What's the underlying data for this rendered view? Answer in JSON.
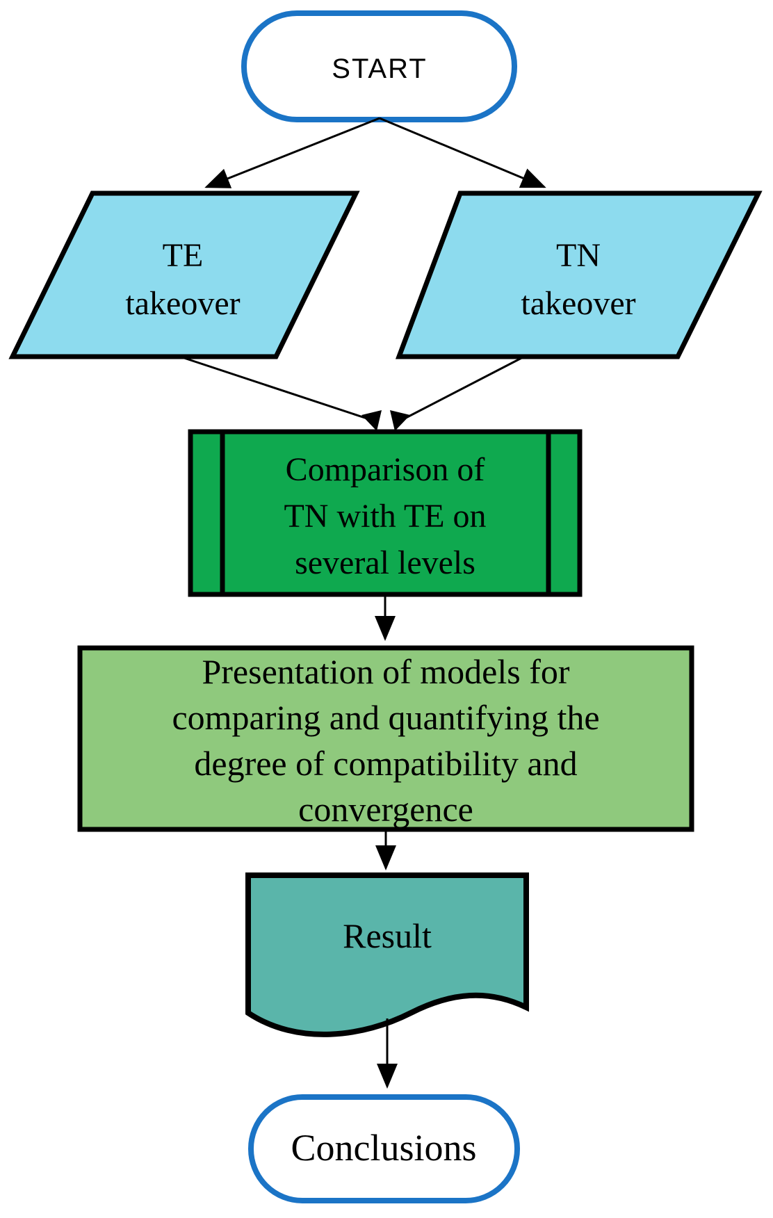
{
  "figure": {
    "type": "flowchart",
    "description": "Research methodology flowchart from START to Conclusions"
  },
  "colors": {
    "terminator_border": "#1B74C6",
    "terminator_fill": "#FFFFFF",
    "io_fill": "#8DDBEE",
    "predefined_fill": "#0FA94F",
    "process_fill": "#8FC97D",
    "document_fill": "#5AB5AA",
    "stroke": "#000000",
    "text": "#000000",
    "background": "#FFFFFF"
  },
  "nodes": {
    "start": {
      "shape": "terminator",
      "label": "START"
    },
    "te_takeover": {
      "shape": "data-parallelogram",
      "lines": [
        "TE",
        "takeover"
      ]
    },
    "tn_takeover": {
      "shape": "data-parallelogram",
      "lines": [
        "TN",
        "takeover"
      ]
    },
    "comparison": {
      "shape": "predefined-process",
      "lines": [
        "Comparison of",
        "TN with TE on",
        "several levels"
      ]
    },
    "presentation": {
      "shape": "process",
      "lines": [
        "Presentation of models for",
        "comparing and quantifying the",
        "degree of compatibility and",
        "convergence"
      ]
    },
    "result": {
      "shape": "document",
      "label": "Result"
    },
    "conclusions": {
      "shape": "terminator",
      "label": "Conclusions"
    }
  },
  "edges": [
    {
      "from": "start",
      "to": "te_takeover"
    },
    {
      "from": "start",
      "to": "tn_takeover"
    },
    {
      "from": "te_takeover",
      "to": "comparison"
    },
    {
      "from": "tn_takeover",
      "to": "comparison"
    },
    {
      "from": "comparison",
      "to": "presentation"
    },
    {
      "from": "presentation",
      "to": "result"
    },
    {
      "from": "result",
      "to": "conclusions"
    }
  ]
}
